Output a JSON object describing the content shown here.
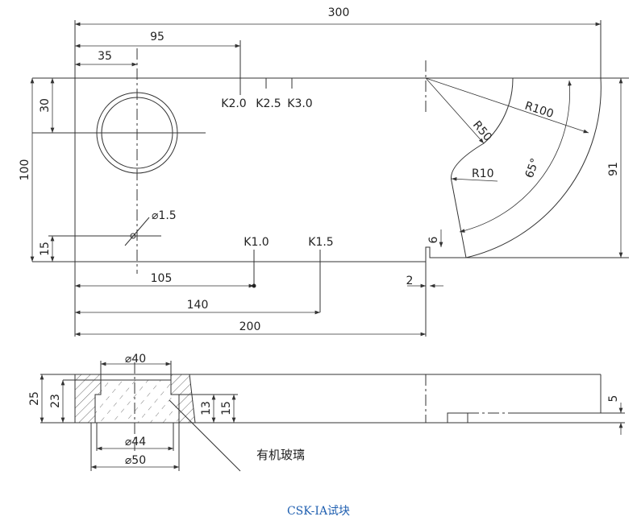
{
  "title": "CSK-ⅠA试块",
  "material_label": "有机玻璃",
  "top_view": {
    "dims": {
      "overall_length": "300",
      "d95": "95",
      "d35": "35",
      "d30": "30",
      "d100": "100",
      "d15": "15",
      "d105": "105",
      "d140": "140",
      "d200": "200",
      "d91": "91",
      "d6": "6",
      "d2": "2"
    },
    "k_marks": [
      "K2.0",
      "K2.5",
      "K3.0",
      "K1.0",
      "K1.5"
    ],
    "radii": [
      "R50",
      "R100",
      "R10"
    ],
    "angle": "65°",
    "hole": "⌀1.5"
  },
  "side_view": {
    "dims": {
      "d25": "25",
      "d23": "23",
      "d13": "13",
      "d15": "15",
      "d5": "5",
      "dia40": "⌀40",
      "dia44": "⌀44",
      "dia50": "⌀50"
    }
  },
  "colors": {
    "caption": "#1f5fb0",
    "line": "#333333"
  }
}
